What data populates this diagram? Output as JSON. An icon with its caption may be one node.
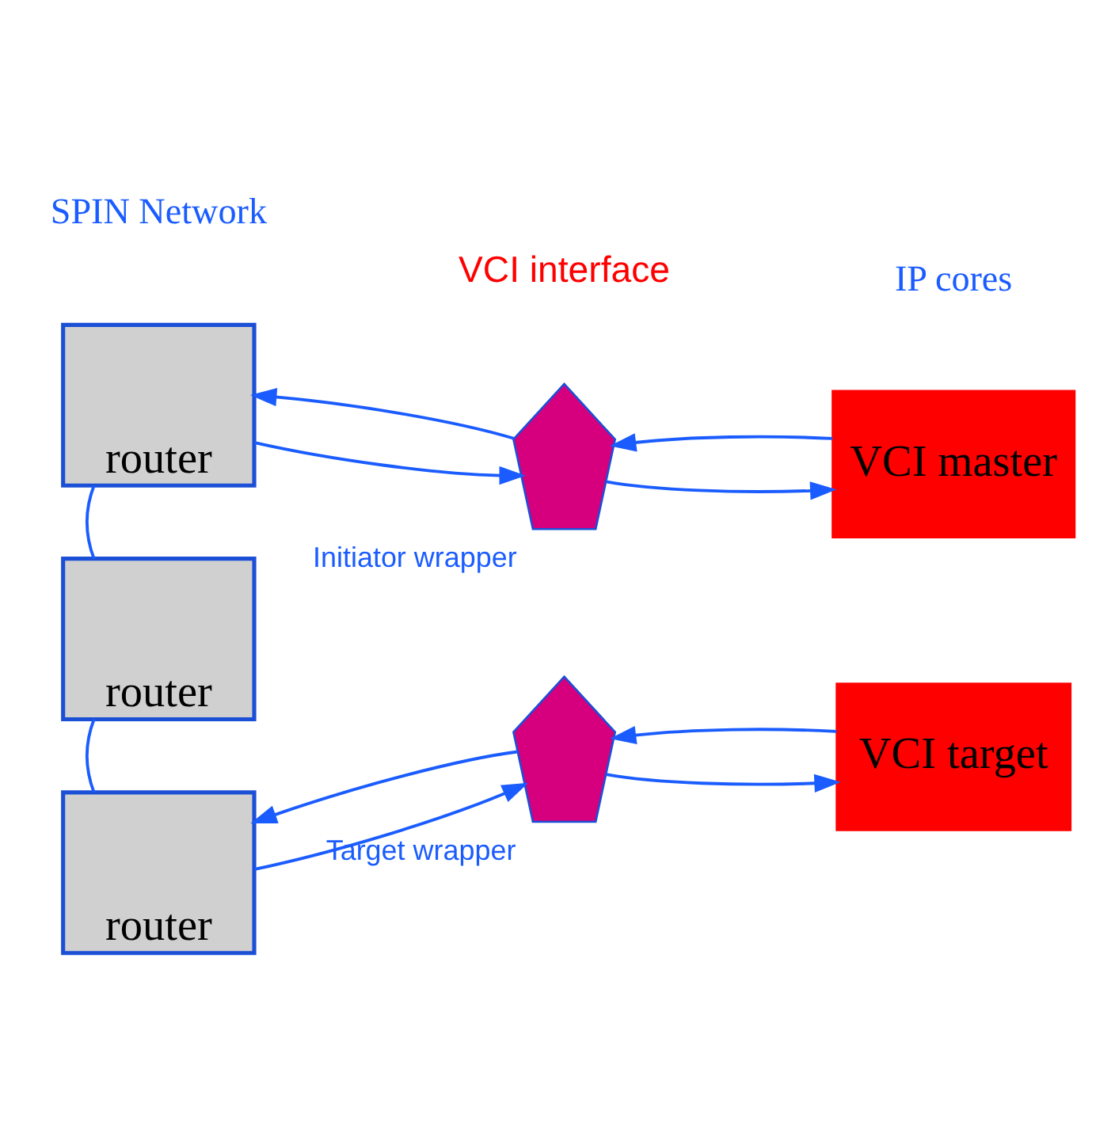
{
  "diagram": {
    "nodes": [
      {
        "text": [
          "router"
        ]
      },
      {
        "text": [],
        "shape": "pentagon",
        "beside": [
          "Initiator wrapper"
        ]
      },
      {
        "text": [
          "VCI master"
        ]
      },
      {
        "text": [
          "router"
        ]
      },
      {
        "text": [
          "router"
        ]
      },
      {
        "text": [],
        "shape": "pentagon",
        "beside": [
          "Target wrapper"
        ]
      },
      {
        "text": [
          "VCI target"
        ]
      }
    ],
    "edges": [
      {
        "from": 0,
        "to": 1,
        "arrow": "to"
      },
      {
        "from": 1,
        "to": 0,
        "arrow": "to"
      },
      {
        "from": 1,
        "to": 2,
        "arrow": "to"
      },
      {
        "from": 2,
        "to": 1,
        "arrow": "to"
      },
      {
        "from": 0,
        "to": 3,
        "arrow": "none"
      },
      {
        "from": 3,
        "to": 4,
        "arrow": "none"
      },
      {
        "from": 5,
        "to": 4,
        "arrow": "to"
      },
      {
        "from": 4,
        "to": 5,
        "arrow": "to"
      },
      {
        "from": 5,
        "to": 6,
        "arrow": "to"
      },
      {
        "from": 6,
        "to": 5,
        "arrow": "to"
      }
    ],
    "labels": [
      "SPIN Network",
      "IP cores",
      "VCI interface"
    ]
  }
}
